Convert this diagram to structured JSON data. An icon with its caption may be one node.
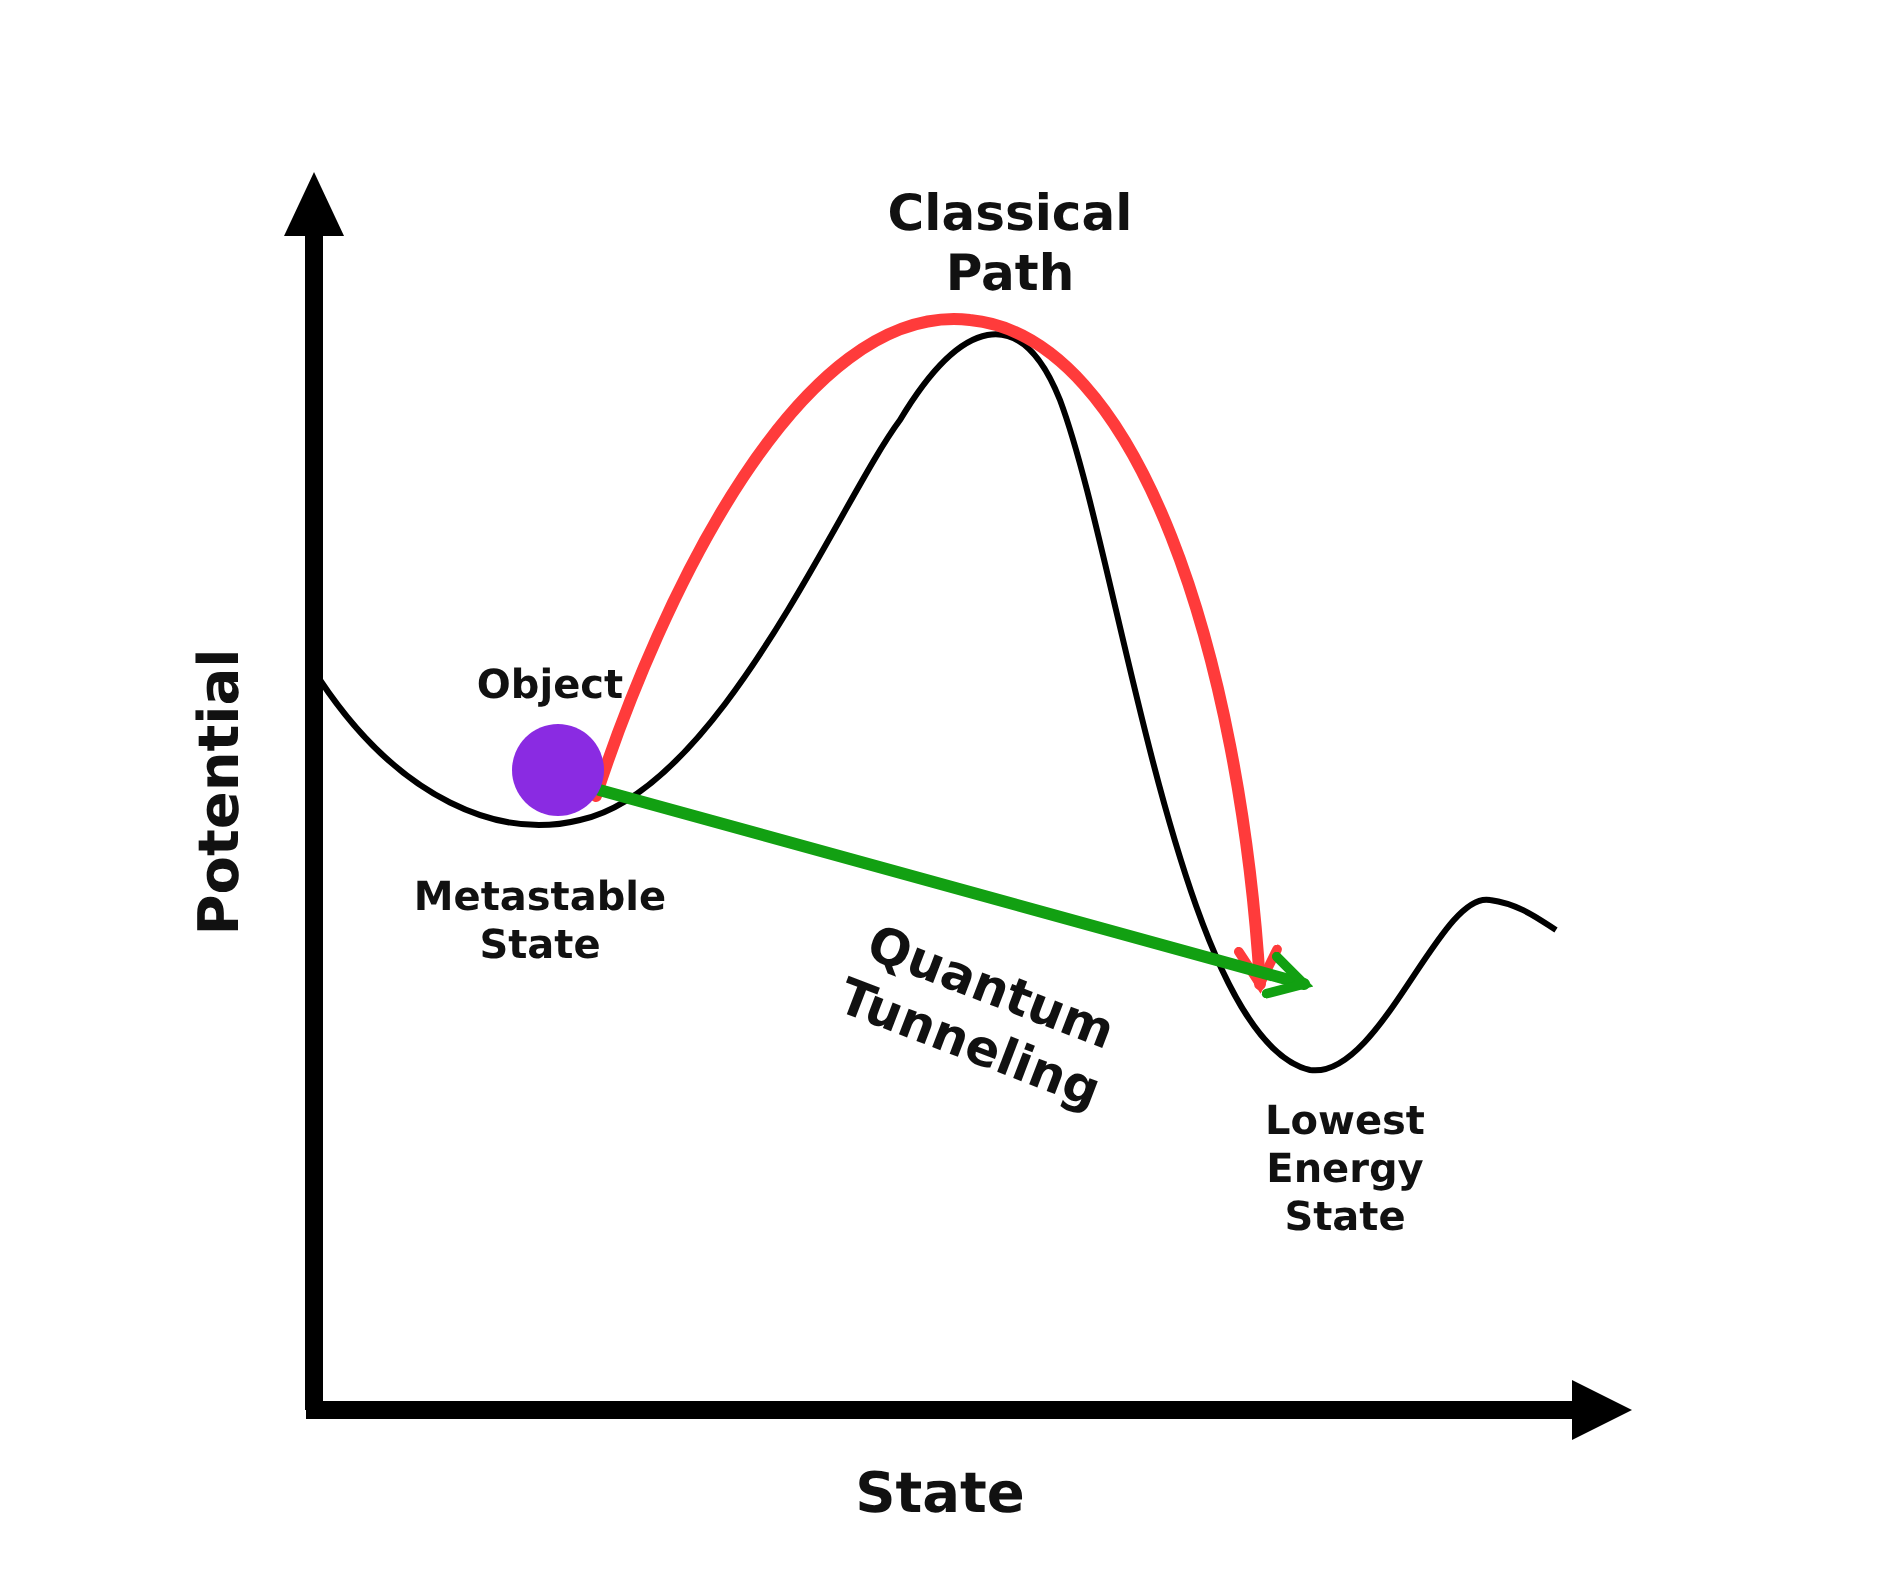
{
  "diagram": {
    "nodes": [
      {
        "text": [],
        "shape": "circle",
        "beside": [
          "Object"
        ]
      },
      {
        "text": [
          "Metastable State"
        ]
      },
      {
        "text": [
          "Lowest Energy State"
        ]
      }
    ],
    "edges": [
      {
        "from": 0,
        "to": 2,
        "arrow": "to",
        "label": "Classical Path",
        "color": "#ff3b3b"
      },
      {
        "from": 0,
        "to": 2,
        "arrow": "to",
        "label": "Quantum Tunneling",
        "color": "#12a012"
      }
    ],
    "labels": [
      "Potential",
      "State"
    ]
  }
}
